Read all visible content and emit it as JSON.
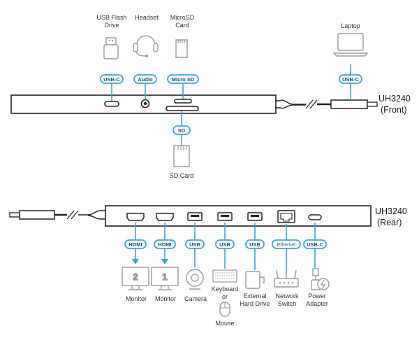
{
  "colors": {
    "accent": "#3aa3d8",
    "badge_fill": "#ffffff",
    "badge_text": "#1d4f6e",
    "hub_body": "#ffffff",
    "device_stroke": "#9a9a9a",
    "line": "#222222"
  },
  "front": {
    "hub_name": "UH3240",
    "side": "(Front)",
    "ports": [
      {
        "badge": "USB-C",
        "device": [
          "USB Flash",
          "Drive"
        ],
        "icon": "usb-flash-drive-icon"
      },
      {
        "badge": "Audio",
        "device": [
          "Headset"
        ],
        "icon": "headset-icon"
      },
      {
        "badge": "Micro SD",
        "device": [
          "MicroSD",
          "Card"
        ],
        "icon": "microsd-card-icon"
      },
      {
        "badge": "SD",
        "device": [
          "SD Card"
        ],
        "icon": "sd-card-icon"
      }
    ],
    "host": {
      "badge": "USB-C",
      "device": [
        "Laptop"
      ],
      "icon": "laptop-icon"
    }
  },
  "rear": {
    "hub_name": "UH3240",
    "side": "(Rear)",
    "ports": [
      {
        "badge": "HDMI",
        "device": [
          "Monitor"
        ],
        "icon": "monitor-icon",
        "number": "2"
      },
      {
        "badge": "HDMI",
        "device": [
          "Monitor"
        ],
        "icon": "monitor-icon",
        "number": "1"
      },
      {
        "badge": "USB",
        "device": [
          "Camera"
        ],
        "icon": "camera-icon"
      },
      {
        "badge": "USB",
        "device": [
          "Keyboard",
          "or"
        ],
        "icon": "keyboard-icon"
      },
      {
        "badge": "USB",
        "device": [
          "External",
          "Hard Drive"
        ],
        "icon": "hard-drive-icon"
      },
      {
        "badge": "Ethernet",
        "device": [
          "Network",
          "Switch"
        ],
        "icon": "network-switch-icon"
      },
      {
        "badge": "USB-C",
        "device": [
          "Power",
          "Adapter"
        ],
        "icon": "power-adapter-icon"
      }
    ],
    "extra_device": {
      "device": [
        "Mouse"
      ],
      "icon": "mouse-icon"
    }
  }
}
